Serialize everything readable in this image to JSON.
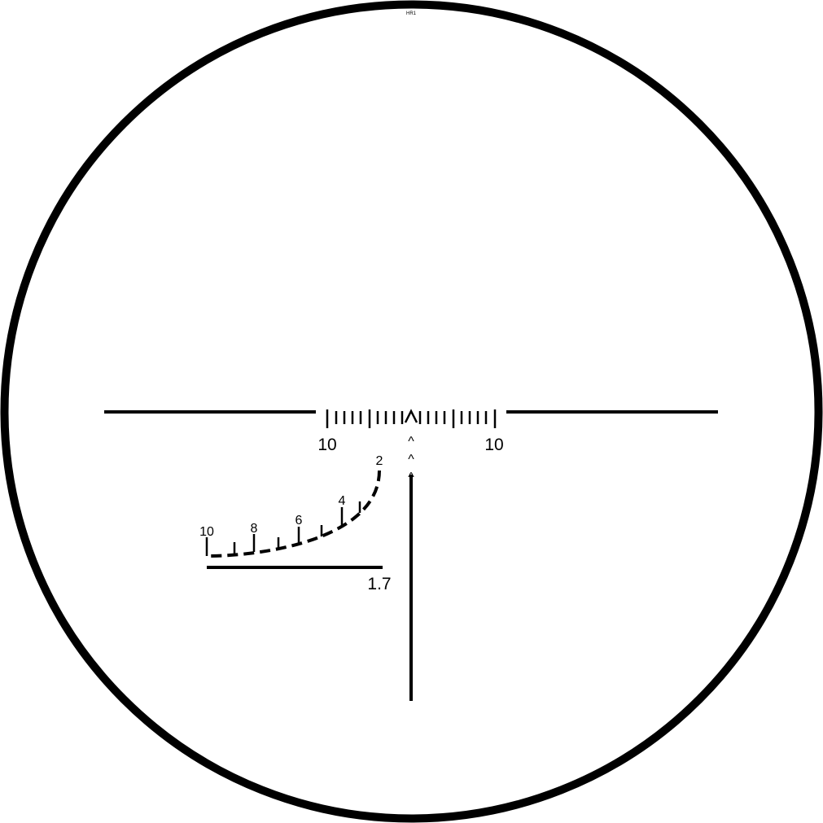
{
  "reticle": {
    "code_label": "HR1",
    "windage_scale": {
      "left_label": "10",
      "right_label": "10"
    },
    "range_curve": {
      "labels": [
        "2",
        "4",
        "6",
        "8",
        "10"
      ]
    },
    "stadia_bar_label": "1.7",
    "chevron_glyph": "^",
    "colors": {
      "ink": "#000000",
      "background": "#ffffff"
    }
  }
}
